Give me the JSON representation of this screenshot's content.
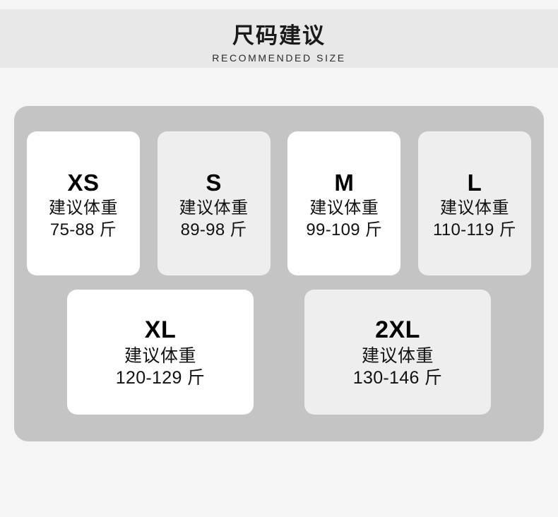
{
  "header": {
    "title": "尺码建议",
    "subtitle": "RECOMMENDED SIZE",
    "band_color": "#e8e8e8",
    "title_color": "#1a1a1a",
    "subtitle_color": "#2b2b2b"
  },
  "panel": {
    "background_color": "#c4c4c4",
    "page_background_color": "#f5f5f5",
    "card_white_color": "#ffffff",
    "card_gray_color": "#eeeeee"
  },
  "size_table": {
    "advice_label": "建议体重",
    "rows": [
      {
        "cards": [
          {
            "size": "XS",
            "advice": "建议体重",
            "weight": "75-88 斤",
            "tone": "white"
          },
          {
            "size": "S",
            "advice": "建议体重",
            "weight": "89-98 斤",
            "tone": "gray"
          },
          {
            "size": "M",
            "advice": "建议体重",
            "weight": "99-109 斤",
            "tone": "white"
          },
          {
            "size": "L",
            "advice": "建议体重",
            "weight": "110-119 斤",
            "tone": "gray"
          }
        ]
      },
      {
        "cards": [
          {
            "size": "XL",
            "advice": "建议体重",
            "weight": "120-129 斤",
            "tone": "white"
          },
          {
            "size": "2XL",
            "advice": "建议体重",
            "weight": "130-146 斤",
            "tone": "gray"
          }
        ]
      }
    ]
  }
}
